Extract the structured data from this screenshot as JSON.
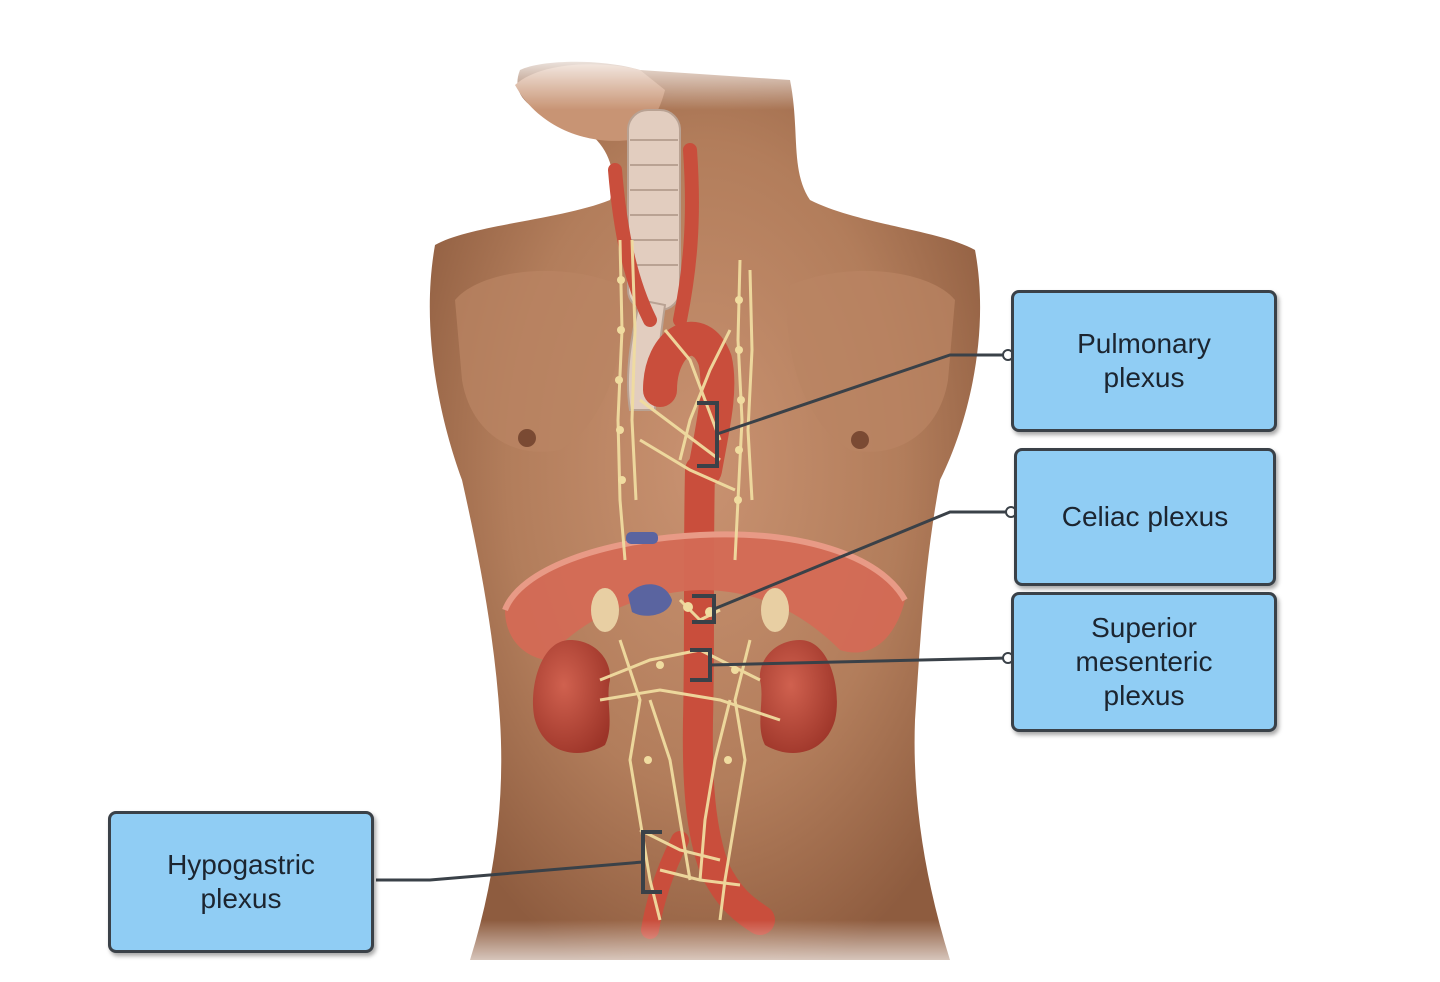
{
  "labels": {
    "pulmonary": "Pulmonary\nplexus",
    "celiac": "Celiac plexus",
    "superior_mesenteric": "Superior\nmesenteric\nplexus",
    "hypogastric": "Hypogastric\nplexus"
  },
  "colors": {
    "label_fill": "#90cdf4",
    "label_border": "#3a4148",
    "leader_line": "#3a4148",
    "skin": "#b27d5b",
    "artery": "#c94e3c",
    "nerve": "#f0dca0",
    "kidney": "#b5463a",
    "diaphragm": "#d46a55",
    "trachea": "#e2cdbf"
  }
}
